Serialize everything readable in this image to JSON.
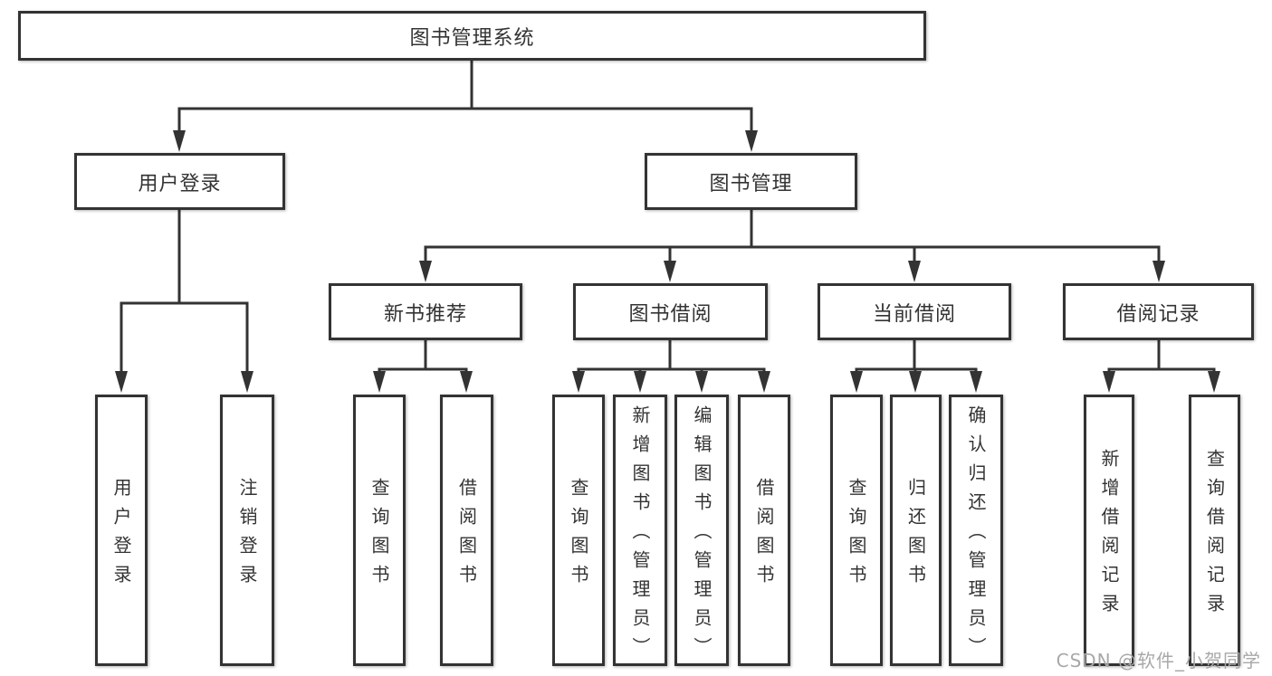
{
  "diagram": {
    "root": {
      "label": "图书管理系统"
    },
    "level2": [
      {
        "label": "用户登录",
        "parent": "图书管理系统"
      },
      {
        "label": "图书管理",
        "parent": "图书管理系统"
      }
    ],
    "level3": [
      {
        "label": "新书推荐",
        "parent": "图书管理"
      },
      {
        "label": "图书借阅",
        "parent": "图书管理"
      },
      {
        "label": "当前借阅",
        "parent": "图书管理"
      },
      {
        "label": "借阅记录",
        "parent": "图书管理"
      }
    ],
    "leaves": [
      {
        "label": "用户登录",
        "parent": "用户登录"
      },
      {
        "label": "注销登录",
        "parent": "用户登录"
      },
      {
        "label": "查询图书",
        "parent": "新书推荐"
      },
      {
        "label": "借阅图书",
        "parent": "新书推荐"
      },
      {
        "label": "查询图书",
        "parent": "图书借阅"
      },
      {
        "label": "新增图书（管理员）",
        "parent": "图书借阅"
      },
      {
        "label": "编辑图书（管理员）",
        "parent": "图书借阅"
      },
      {
        "label": "借阅图书",
        "parent": "图书借阅"
      },
      {
        "label": "查询图书",
        "parent": "当前借阅"
      },
      {
        "label": "归还图书",
        "parent": "当前借阅"
      },
      {
        "label": "确认归还（管理员）",
        "parent": "当前借阅"
      },
      {
        "label": "新增借阅记录",
        "parent": "借阅记录"
      },
      {
        "label": "查询借阅记录",
        "parent": "借阅记录"
      }
    ]
  },
  "watermark": {
    "text": "CSDN @软件_小贺同学",
    "color": "#a8a8a8"
  },
  "colors": {
    "line": "#333333",
    "box_border": "#333333",
    "text": "#333333",
    "background": "#ffffff"
  }
}
